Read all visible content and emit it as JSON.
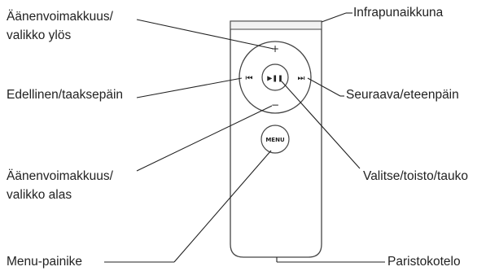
{
  "labels": {
    "volume_up_line1": "Äänenvoimakkuus/",
    "volume_up_line2": "valikko ylös",
    "previous": "Edellinen/taaksepäin",
    "volume_down_line1": "Äänenvoimakkuus/",
    "volume_down_line2": "valikko alas",
    "menu_button": "Menu-painike",
    "infrared": "Infrapunaikkuna",
    "next": "Seuraava/eteenpäin",
    "select_play": "Valitse/toisto/tauko",
    "battery": "Paristokotelo"
  },
  "remote": {
    "plus_symbol": "+",
    "minus_symbol": "−",
    "prev_symbol": "⏮",
    "next_symbol": "⏭",
    "play_pause_symbol": "▶❚❚",
    "menu_text": "MENU"
  },
  "colors": {
    "remote_body": "#ffffff",
    "remote_outline": "#444444",
    "line": "#222222",
    "text": "#222222"
  }
}
